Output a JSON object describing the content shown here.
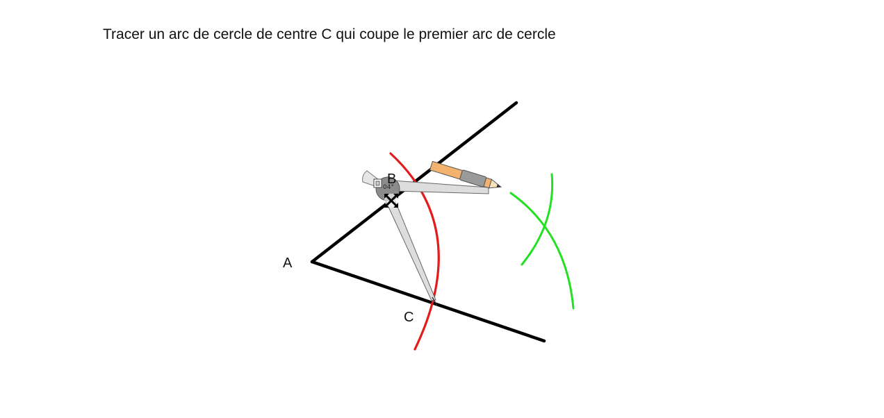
{
  "instruction": "Tracer un arc de cercle de centre C qui coupe le premier arc de cercle",
  "points": {
    "a": "A",
    "b": "B",
    "c": "C"
  },
  "compass": {
    "angle_readout": "04°"
  },
  "colors": {
    "angle_lines": "#000000",
    "first_arc": "#e41b1b",
    "new_arc": "#22e022",
    "pencil_body": "#f3b26e",
    "compass_metal": "#d6d6d6"
  },
  "icons": {
    "drag": "move-arrows-icon",
    "lock": "lock-icon"
  }
}
